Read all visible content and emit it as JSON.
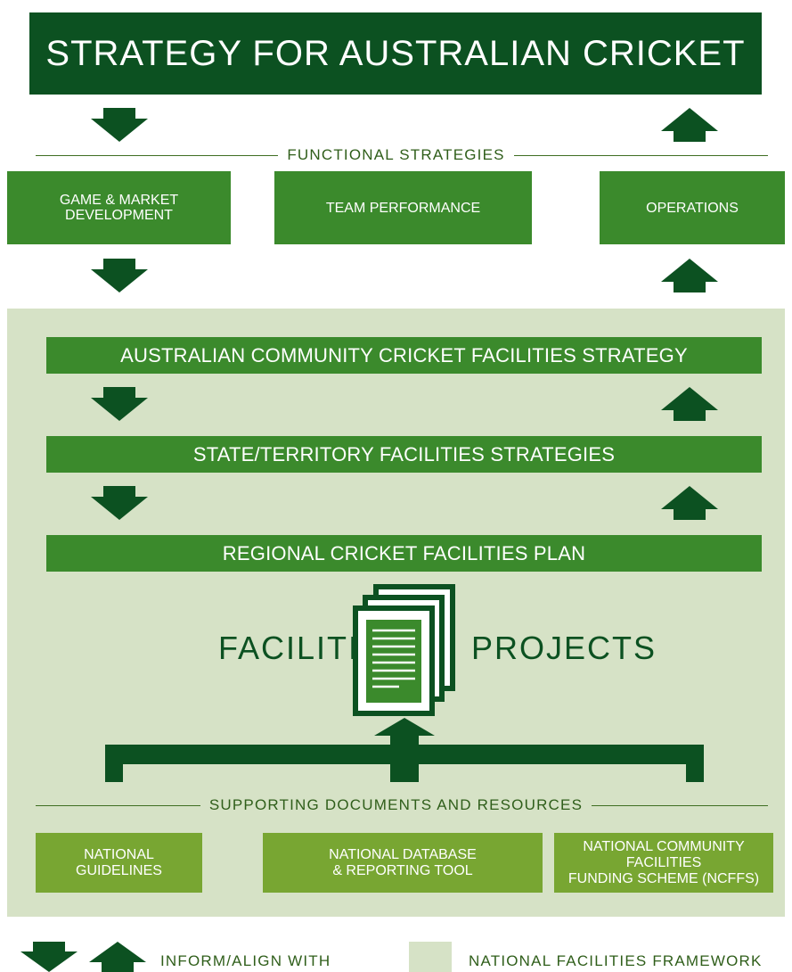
{
  "title": "STRATEGY FOR AUSTRALIAN CRICKET",
  "functional": {
    "label": "FUNCTIONAL STRATEGIES",
    "boxes": [
      {
        "line1": "GAME & MARKET",
        "line2": "DEVELOPMENT"
      },
      {
        "line1": "TEAM PERFORMANCE",
        "line2": ""
      },
      {
        "line1": "OPERATIONS",
        "line2": ""
      }
    ]
  },
  "framework": {
    "bars": [
      "AUSTRALIAN COMMUNITY CRICKET FACILITIES STRATEGY",
      "STATE/TERRITORY FACILITIES STRATEGIES",
      "REGIONAL CRICKET FACILITIES PLAN"
    ],
    "left_word": "FACILITIES",
    "right_word": "PROJECTS",
    "support_label": "SUPPORTING DOCUMENTS AND RESOURCES",
    "support_boxes": [
      {
        "line1": "NATIONAL",
        "line2": "GUIDELINES"
      },
      {
        "line1": "NATIONAL DATABASE",
        "line2": "& REPORTING TOOL"
      },
      {
        "line1": "NATIONAL COMMUNITY FACILITIES",
        "line2": "FUNDING SCHEME (NCFFS)"
      }
    ]
  },
  "legend": {
    "arrows_label": "INFORM/ALIGN WITH",
    "swatch_label": "NATIONAL FACILITIES FRAMEWORK"
  },
  "colors": {
    "dark_green": "#0c5121",
    "mid_green": "#3b8a2c",
    "light_green": "#78a632",
    "framework_bg": "#d6e2c6"
  },
  "icons": [
    "arrow-down-icon",
    "arrow-up-icon",
    "documents-icon",
    "bracket-arrow-icon"
  ]
}
